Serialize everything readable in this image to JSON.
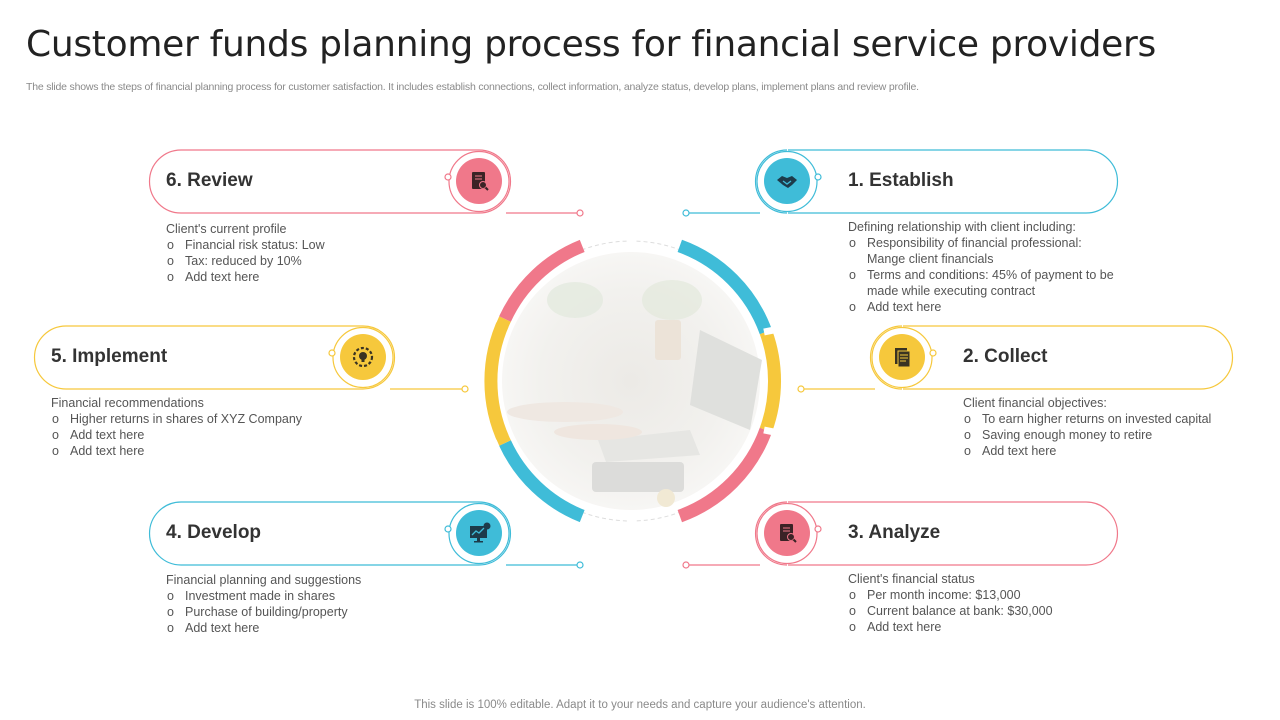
{
  "title": "Customer funds planning process for financial service providers",
  "subtitle": "The slide shows the steps of financial planning process for customer satisfaction. It includes establish connections, collect information, analyze status, develop plans, implement plans and review profile.",
  "footer": "This slide is 100% editable. Adapt it to your needs and capture your audience's attention.",
  "colors": {
    "pink": "#f0788a",
    "blue": "#3fbcd8",
    "yellow": "#f6c83c"
  },
  "steps": {
    "establish": {
      "title": "1. Establish",
      "icon": "handshake-icon",
      "intro": "Defining relationship with client including:",
      "bullets": [
        "Responsibility of financial professional:",
        "Mange client financials",
        "Terms and conditions: 45% of payment to be",
        "made while executing contract",
        "Add text here"
      ]
    },
    "collect": {
      "title": "2. Collect",
      "icon": "documents-icon",
      "intro": "Client financial objectives:",
      "bullets": [
        "To earn higher returns on invested capital",
        "Saving enough money to retire",
        "Add text here"
      ]
    },
    "analyze": {
      "title": "3. Analyze",
      "icon": "report-analysis-icon",
      "intro": "Client's financial status",
      "bullets": [
        "Per month income: $13,000",
        "Current balance at bank: $30,000",
        "Add text here"
      ]
    },
    "develop": {
      "title": "4. Develop",
      "icon": "monitor-chart-icon",
      "intro": "Financial planning and suggestions",
      "bullets": [
        "Investment made in shares",
        "Purchase of building/property",
        "Add text here"
      ]
    },
    "implement": {
      "title": "5. Implement",
      "icon": "lightbulb-gear-icon",
      "intro": "Financial recommendations",
      "bullets": [
        "Higher returns in shares of XYZ Company",
        "Add text here",
        "Add text here"
      ]
    },
    "review": {
      "title": "6. Review",
      "icon": "report-analysis-icon",
      "intro": "Client's current profile",
      "bullets": [
        "Financial risk status: Low",
        "Tax: reduced by 10%",
        "Add text here"
      ]
    }
  }
}
